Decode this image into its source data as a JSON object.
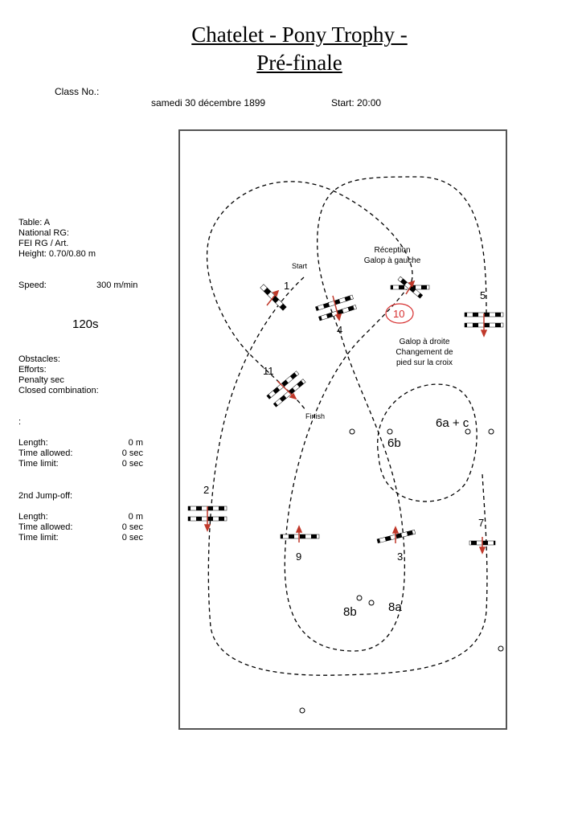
{
  "header": {
    "title_line1": "Chatelet - Pony Trophy -",
    "title_line2": "Pré-finale",
    "class_label": "Class No.:",
    "date": "samedi 30 décembre 1899",
    "start": "Start: 20:00"
  },
  "info": {
    "table": "Table: A",
    "national": "National RG:",
    "fei": "FEI RG / Art.",
    "height": "Height: 0.70/0.80  m",
    "speed_label": "Speed:",
    "speed_value": "300  m/min",
    "time_big": "120s",
    "obstacles": "Obstacles:",
    "efforts": "Efforts:",
    "penalty": "Penalty sec",
    "closed": "Closed combination:",
    "colon": ":",
    "length_label": "Length:",
    "length_value": "0   m",
    "time_allowed_label": "Time allowed:",
    "time_allowed_value": "0  sec",
    "time_limit_label": "Time limit:",
    "time_limit_value": "0  sec",
    "jumpoff_title": "2nd Jump-off:",
    "jo_length_label": "Length:",
    "jo_length_value": "0   m",
    "jo_time_allowed_label": "Time allowed:",
    "jo_time_allowed_value": "0  sec",
    "jo_time_limit_label": "Time limit:",
    "jo_time_limit_value": "0  sec"
  },
  "course": {
    "start_label": "Start",
    "finish_label": "Finish",
    "note_reception_1": "Réception",
    "note_reception_2": "Galop à gauche",
    "note_galop_1": "Galop à droite",
    "note_galop_2": "Changement de",
    "note_galop_3": "pied sur la croix",
    "fence_labels": {
      "f1": "1",
      "f2": "2",
      "f3": "3",
      "f4": "4",
      "f5": "5",
      "f6ab": "6a + c",
      "f6b": "6b",
      "f7": "7",
      "f8a": "8a",
      "f8b": "8b",
      "f9": "9",
      "f10": "10",
      "f11": "11"
    },
    "colors": {
      "arrow": "#c0392b",
      "line": "#000000",
      "highlight": "#d62e2e"
    }
  }
}
